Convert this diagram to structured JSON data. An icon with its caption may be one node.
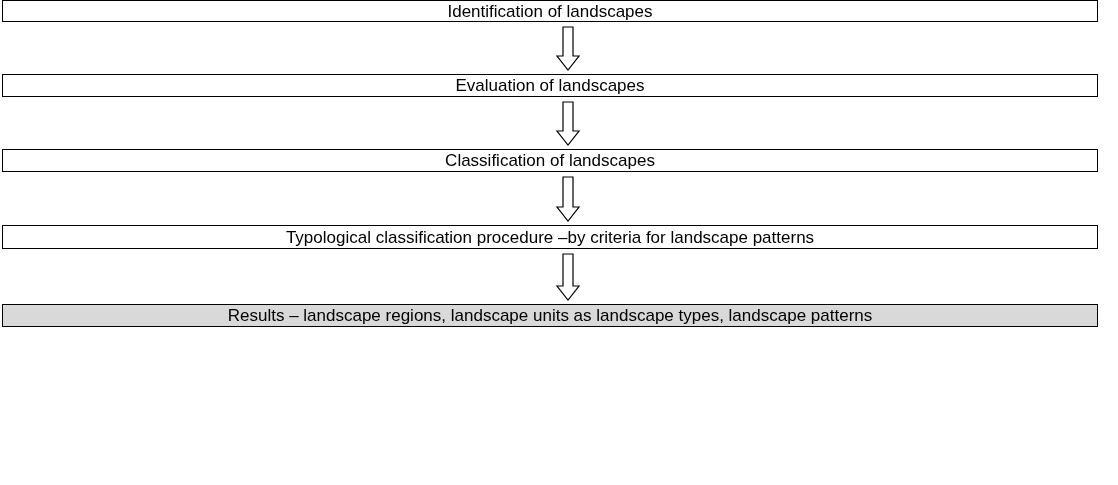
{
  "diagram": {
    "nodes": [
      {
        "text": [
          "Identification of landscapes"
        ]
      },
      {
        "text": [
          "Evaluation of landscapes"
        ]
      },
      {
        "text": [
          "Classification of landscapes"
        ]
      },
      {
        "text": [
          "Typological classification procedure –by criteria for landscape patterns"
        ]
      },
      {
        "text": [
          "Results – landscape regions, landscape units as landscape types, landscape patterns"
        ]
      }
    ],
    "edges": [
      {
        "from": 0,
        "to": 1,
        "arrow": "to"
      },
      {
        "from": 1,
        "to": 2,
        "arrow": "to"
      },
      {
        "from": 2,
        "to": 3,
        "arrow": "to"
      },
      {
        "from": 3,
        "to": 4,
        "arrow": "to"
      }
    ]
  }
}
